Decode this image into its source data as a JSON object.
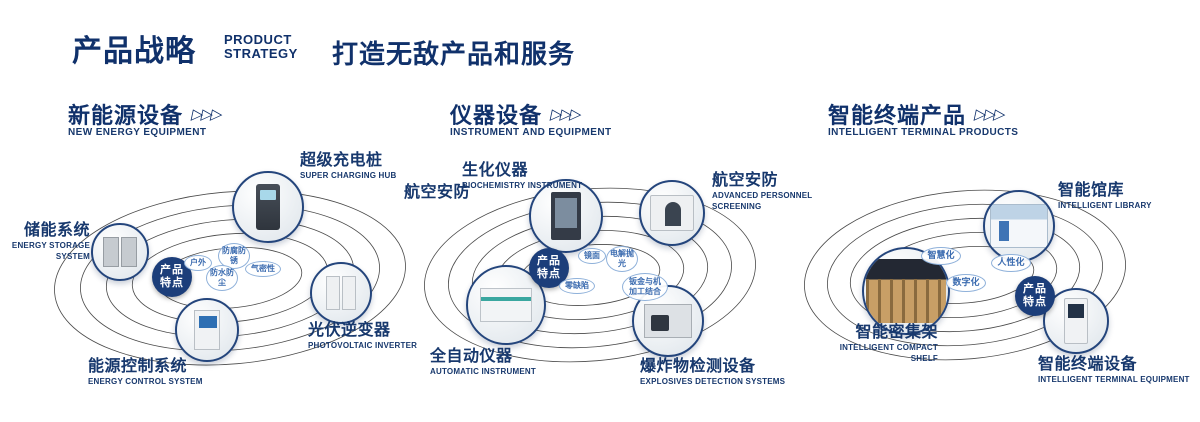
{
  "colors": {
    "primary_navy": "#10316b",
    "badge_navy": "#1c3e7a",
    "feature_blue": "#3c6cb0",
    "orbit_line": "#4a4a4a"
  },
  "icons": {
    "triple_arrow": "▷▷▷"
  },
  "header": {
    "title_zh": "产品战略",
    "title_en_line1": "PRODUCT",
    "title_en_line2": "STRATEGY",
    "slogan": "打造无敌产品和服务"
  },
  "badge": {
    "line1": "产品",
    "line2": "特点"
  },
  "sections": [
    {
      "title_zh": "新能源设备",
      "title_en": "NEW ENERGY EQUIPMENT",
      "nodes": [
        {
          "zh": "超级充电桩",
          "en": "SUPER CHARGING HUB"
        },
        {
          "zh": "储能系统",
          "en": "ENERGY STORAGE SYSTEM"
        },
        {
          "zh": "光伏逆变器",
          "en": "PHOTOVOLTAIC INVERTER"
        },
        {
          "zh": "能源控制系统",
          "en": "ENERGY CONTROL SYSTEM"
        }
      ],
      "features": [
        "防腐防锈",
        "户外",
        "气密性",
        "防水防尘"
      ]
    },
    {
      "title_zh": "仪器设备",
      "title_en": "INSTRUMENT AND EQUIPMENT",
      "extra_label": "航空安防",
      "nodes": [
        {
          "zh": "生化仪器",
          "en": "BIOCHEMISTRY INSTRUMENT"
        },
        {
          "zh": "航空安防",
          "en": "ADVANCED PERSONNEL SCREENING"
        },
        {
          "zh": "全自动仪器",
          "en": "AUTOMATIC INSTRUMENT"
        },
        {
          "zh": "爆炸物检测设备",
          "en": "EXPLOSIVES DETECTION SYSTEMS"
        }
      ],
      "features": [
        "镜面",
        "电解抛光",
        "零缺陷",
        "钣金与机加工结合"
      ]
    },
    {
      "title_zh": "智能终端产品",
      "title_en": "INTELLIGENT TERMINAL PRODUCTS",
      "nodes": [
        {
          "zh": "智能馆库",
          "en": "INTELLIGENT LIBRARY"
        },
        {
          "zh": "智能密集架",
          "en": "INTELLIGENT COMPACT SHELF"
        },
        {
          "zh": "智能终端设备",
          "en": "INTELLIGENT TERMINAL EQUIPMENT"
        }
      ],
      "features": [
        "智慧化",
        "人性化",
        "数字化"
      ]
    }
  ]
}
